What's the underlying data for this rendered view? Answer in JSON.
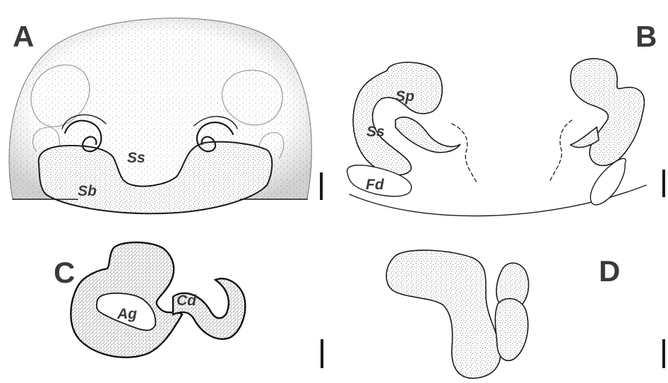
{
  "figure": {
    "panels": [
      {
        "id": "A",
        "letter": "A",
        "labels": {
          "ss": "Ss",
          "sb": "Sb"
        }
      },
      {
        "id": "B",
        "letter": "B",
        "labels": {
          "sp": "Sp",
          "ss": "Ss",
          "fd": "Fd"
        }
      },
      {
        "id": "C",
        "letter": "C",
        "labels": {
          "ag": "Ag",
          "cd": "Cd"
        }
      },
      {
        "id": "D",
        "letter": "D",
        "labels": {}
      }
    ],
    "colors": {
      "ink": "#1a1a1a",
      "letter": "#3a3a3a",
      "background": "#ffffff"
    }
  }
}
